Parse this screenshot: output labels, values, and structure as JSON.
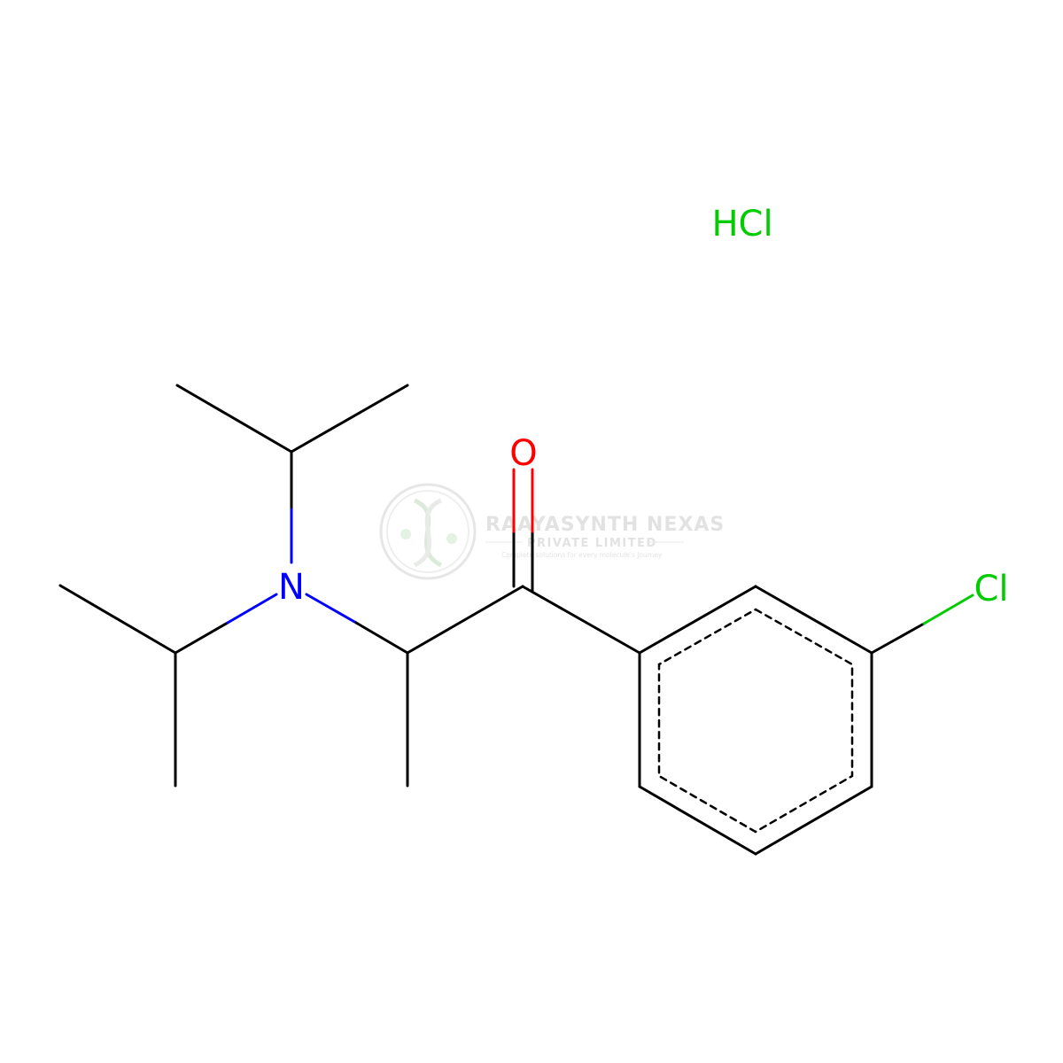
{
  "molecule": {
    "atoms": {
      "oxygen": "O",
      "nitrogen": "N",
      "chlorine": "Cl",
      "salt": "HCl"
    },
    "colors": {
      "bond": "#000000",
      "nitrogen": "#0000ff",
      "oxygen": "#ff0000",
      "chlorine": "#00cc00"
    }
  },
  "watermark": {
    "title": "RAAYASYNTH NEXAS",
    "subtitle": "PRIVATE LIMITED",
    "tagline": "Complete solutions for every molecule's journey",
    "color": "#c9ccc9",
    "logo_accent": "#cfe8cf"
  }
}
